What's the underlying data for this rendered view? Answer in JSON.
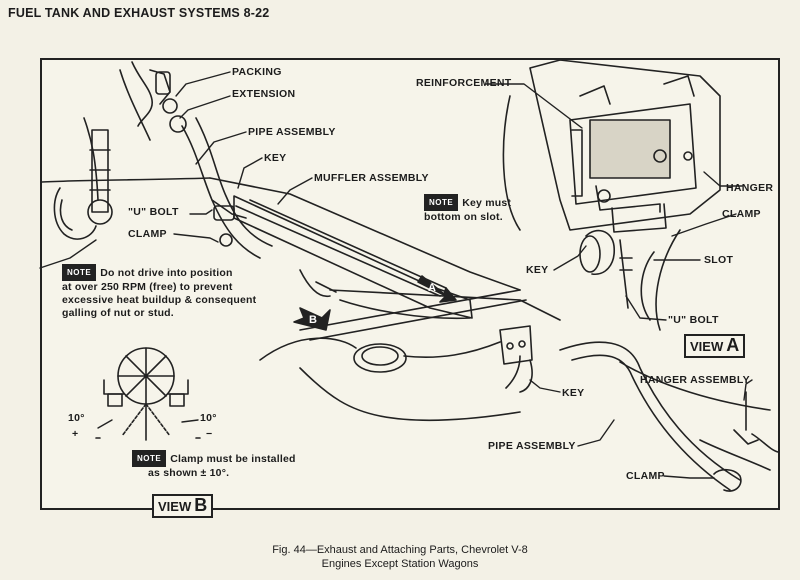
{
  "header": {
    "title": "FUEL TANK AND EXHAUST SYSTEMS 8-22"
  },
  "labels": {
    "packing": "PACKING",
    "extension": "EXTENSION",
    "pipe_assembly_top": "PIPE ASSEMBLY",
    "key_top": "KEY",
    "muffler_assembly": "MUFFLER ASSEMBLY",
    "u_bolt_left": "\"U\" BOLT",
    "clamp_left": "CLAMP",
    "reinforcement": "REINFORCEMENT",
    "hanger": "HANGER",
    "clamp_right": "CLAMP",
    "key_view_a": "KEY",
    "slot": "SLOT",
    "u_bolt_right": "\"U\" BOLT",
    "hanger_assembly": "HANGER ASSEMBLY",
    "key_bottom": "KEY",
    "pipe_assembly_bottom": "PIPE ASSEMBLY",
    "clamp_bottom": "CLAMP",
    "deg_left": "10°",
    "deg_right": "10°",
    "plus": "+",
    "minus": "−"
  },
  "notes": {
    "badge": "NOTE",
    "key_note": [
      "Key must",
      "bottom on slot."
    ],
    "rpm_note": [
      "Do not drive into position",
      "at over 250 RPM (free) to prevent",
      "excessive heat buildup & consequent",
      "galling of nut or stud."
    ],
    "clamp_note": [
      "Clamp must be installed",
      "as shown ± 10°."
    ]
  },
  "views": {
    "view_a": {
      "word": "VIEW",
      "letter": "A"
    },
    "view_b": {
      "word": "VIEW",
      "letter": "B"
    },
    "arrow_a": "A",
    "arrow_b": "B"
  },
  "caption": {
    "line1": "Fig. 44—Exhaust and Attaching Parts, Chevrolet V-8",
    "line2": "Engines Except Station Wagons"
  }
}
